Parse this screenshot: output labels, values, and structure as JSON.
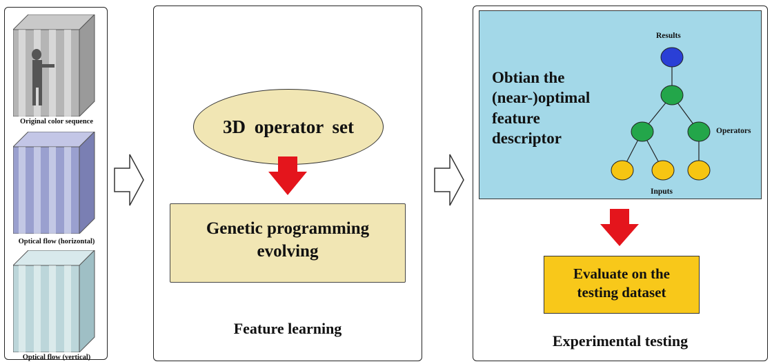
{
  "colors": {
    "ellipse_fill": "#f1e6b4",
    "gp_box_fill": "#f1e6b4",
    "blue_box_fill": "#a3d8e8",
    "eval_box_fill": "#f8c81a",
    "arrow_red": "#e4151c",
    "node_blue": "#2a3fd6",
    "node_green": "#23a64a",
    "node_yellow": "#f6c512"
  },
  "input_panel": {
    "captions": [
      "Original color sequence",
      "Optical flow (horizontal)",
      "Optical flow (vertical)"
    ]
  },
  "feature_panel": {
    "operator_label": "3D  operator  set",
    "gp_line1": "Genetic programming",
    "gp_line2": "evolving",
    "caption": "Feature learning"
  },
  "testing_panel": {
    "descriptor_text": "Obtian the\n(near-)optimal\nfeature\ndescriptor",
    "tree": {
      "results_label": "Results",
      "operators_label": "Operators",
      "inputs_label": "Inputs"
    },
    "eval_line1": "Evaluate on the",
    "eval_line2": "testing dataset",
    "caption": "Experimental testing"
  }
}
